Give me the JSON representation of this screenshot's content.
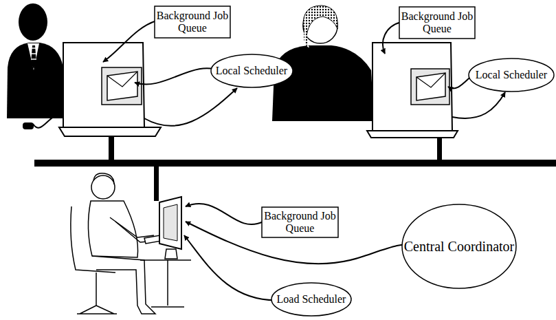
{
  "diagram": {
    "nodes": [
      {
        "text": [
          "Background Job Queue"
        ]
      },
      {
        "text": [
          "Local Scheduler"
        ]
      },
      {
        "text": [
          "Background Job Queue"
        ]
      },
      {
        "text": [
          "Local Scheduler"
        ]
      },
      {
        "text": [
          "Background Job Queue"
        ]
      },
      {
        "text": [
          "Central Coordinator"
        ]
      },
      {
        "text": [
          "Load Scheduler"
        ]
      }
    ]
  }
}
